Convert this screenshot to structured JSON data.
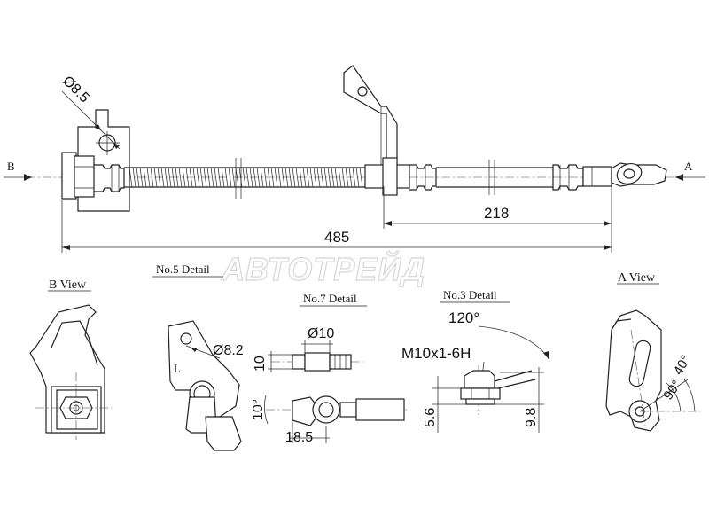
{
  "watermark": "АВТОТРЕЙД",
  "main_view": {
    "arrow_left": "B",
    "arrow_right": "A",
    "dim_diameter": "Ø8.5",
    "dim_partial": "218",
    "dim_total": "485"
  },
  "b_view": {
    "title": "B View"
  },
  "no5_detail": {
    "title": "No.5 Detail",
    "dim_hole": "Ø8.2",
    "side_mark": "L"
  },
  "no7_detail": {
    "title": "No.7 Detail",
    "dim_dia": "Ø10",
    "dim_height": "10",
    "dim_angle": "10°",
    "dim_length": "18.5"
  },
  "no3_detail": {
    "title": "No.3 Detail",
    "thread": "M10x1-6H",
    "dim_angle": "120°",
    "dim_a": "5.6",
    "dim_b": "9.8"
  },
  "a_view": {
    "title": "A View",
    "angle_a": "40°",
    "angle_b": "90°"
  }
}
